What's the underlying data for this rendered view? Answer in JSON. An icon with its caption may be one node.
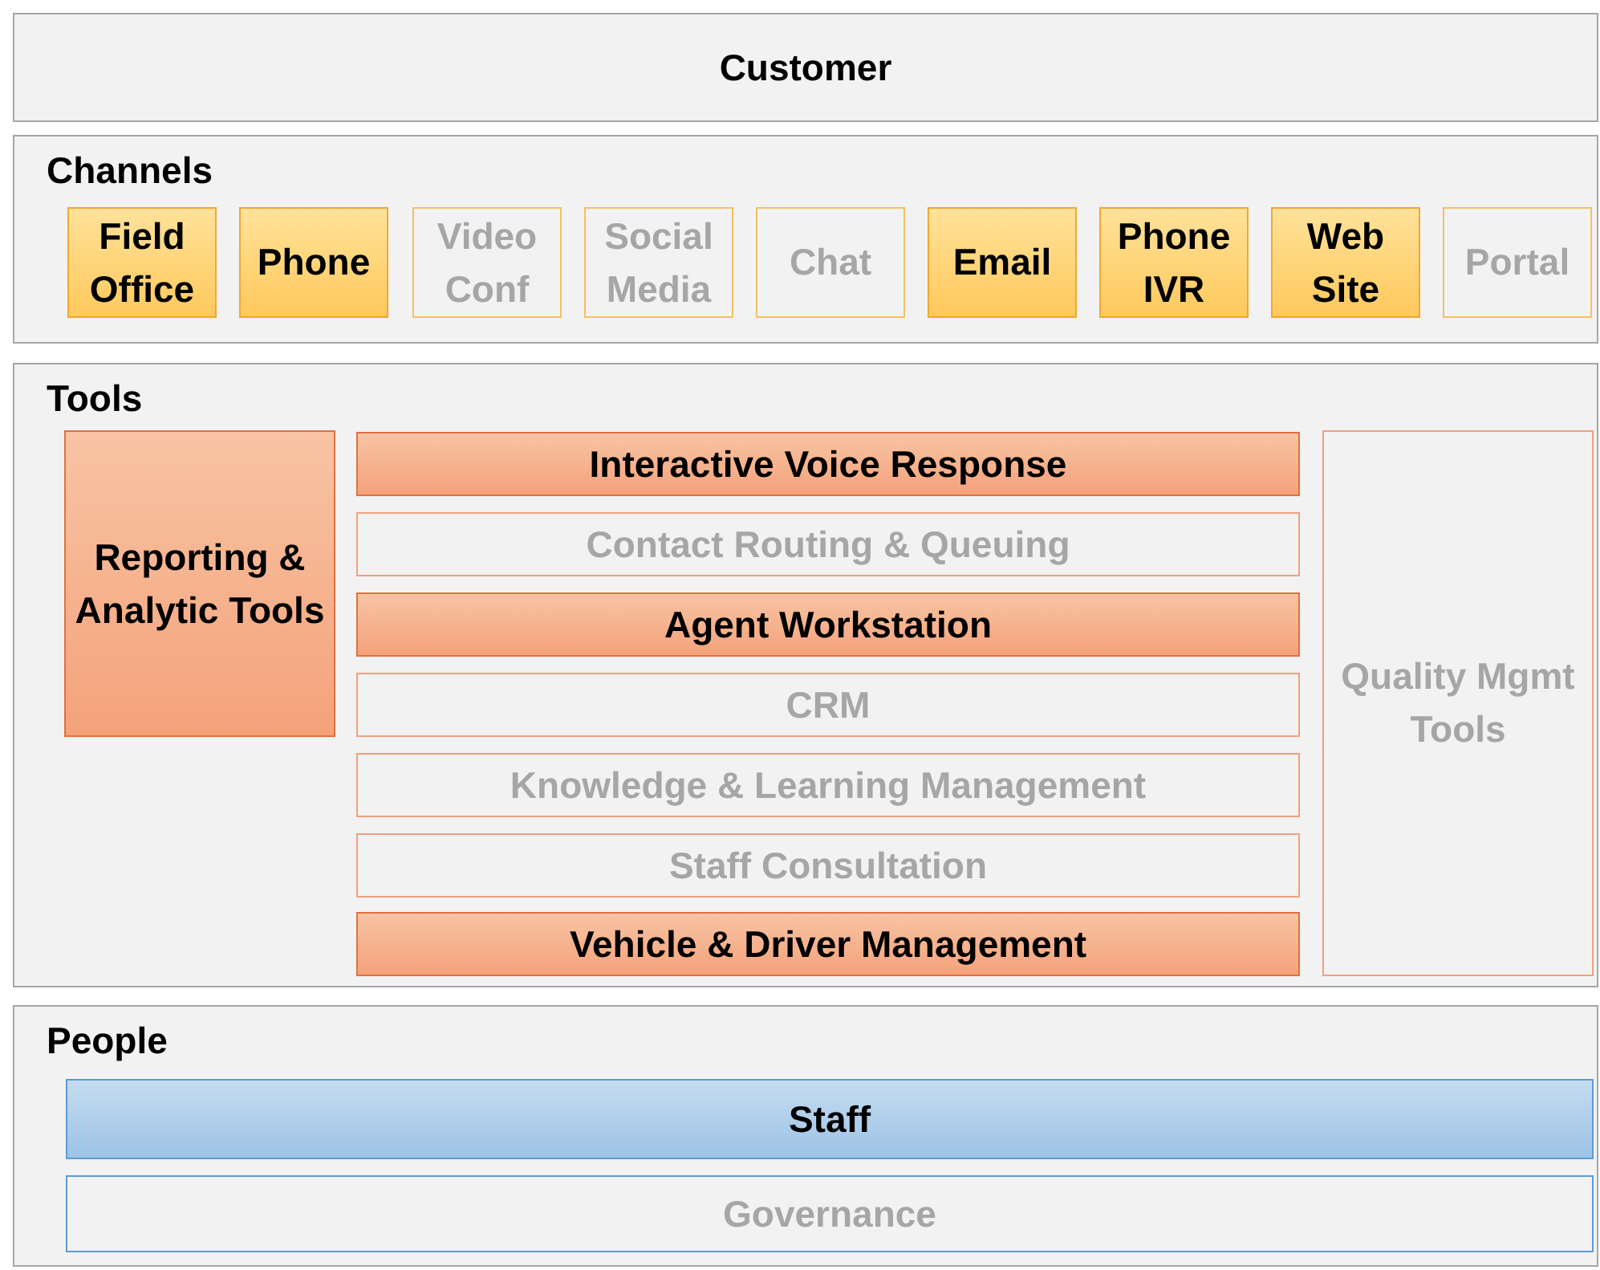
{
  "diagram": {
    "nodes": [
      {
        "text": [
          "Customer"
        ]
      },
      {
        "text": [
          "Channels"
        ]
      },
      {
        "text": [
          "Field Office"
        ],
        "in": 1
      },
      {
        "text": [
          "Phone"
        ],
        "in": 1
      },
      {
        "text": [
          "Video Conf"
        ],
        "in": 1
      },
      {
        "text": [
          "Social Media"
        ],
        "in": 1
      },
      {
        "text": [
          "Chat"
        ],
        "in": 1
      },
      {
        "text": [
          "Email"
        ],
        "in": 1
      },
      {
        "text": [
          "Phone IVR"
        ],
        "in": 1
      },
      {
        "text": [
          "Web Site"
        ],
        "in": 1
      },
      {
        "text": [
          "Portal"
        ],
        "in": 1
      },
      {
        "text": [
          "Tools"
        ]
      },
      {
        "text": [
          "Reporting & Analytic Tools"
        ],
        "in": 11
      },
      {
        "text": [
          "Interactive Voice Response"
        ],
        "in": 11
      },
      {
        "text": [
          "Contact Routing & Queuing"
        ],
        "in": 11
      },
      {
        "text": [
          "Agent Workstation"
        ],
        "in": 11
      },
      {
        "text": [
          "CRM"
        ],
        "in": 11
      },
      {
        "text": [
          "Knowledge & Learning Management"
        ],
        "in": 11
      },
      {
        "text": [
          "Staff Consultation"
        ],
        "in": 11
      },
      {
        "text": [
          "Vehicle & Driver Management"
        ],
        "in": 11
      },
      {
        "text": [
          "Quality Mgmt Tools"
        ],
        "in": 11
      },
      {
        "text": [
          "People"
        ]
      },
      {
        "text": [
          "Staff"
        ],
        "in": 21
      },
      {
        "text": [
          "Governance"
        ],
        "in": 21
      }
    ],
    "edges": []
  }
}
